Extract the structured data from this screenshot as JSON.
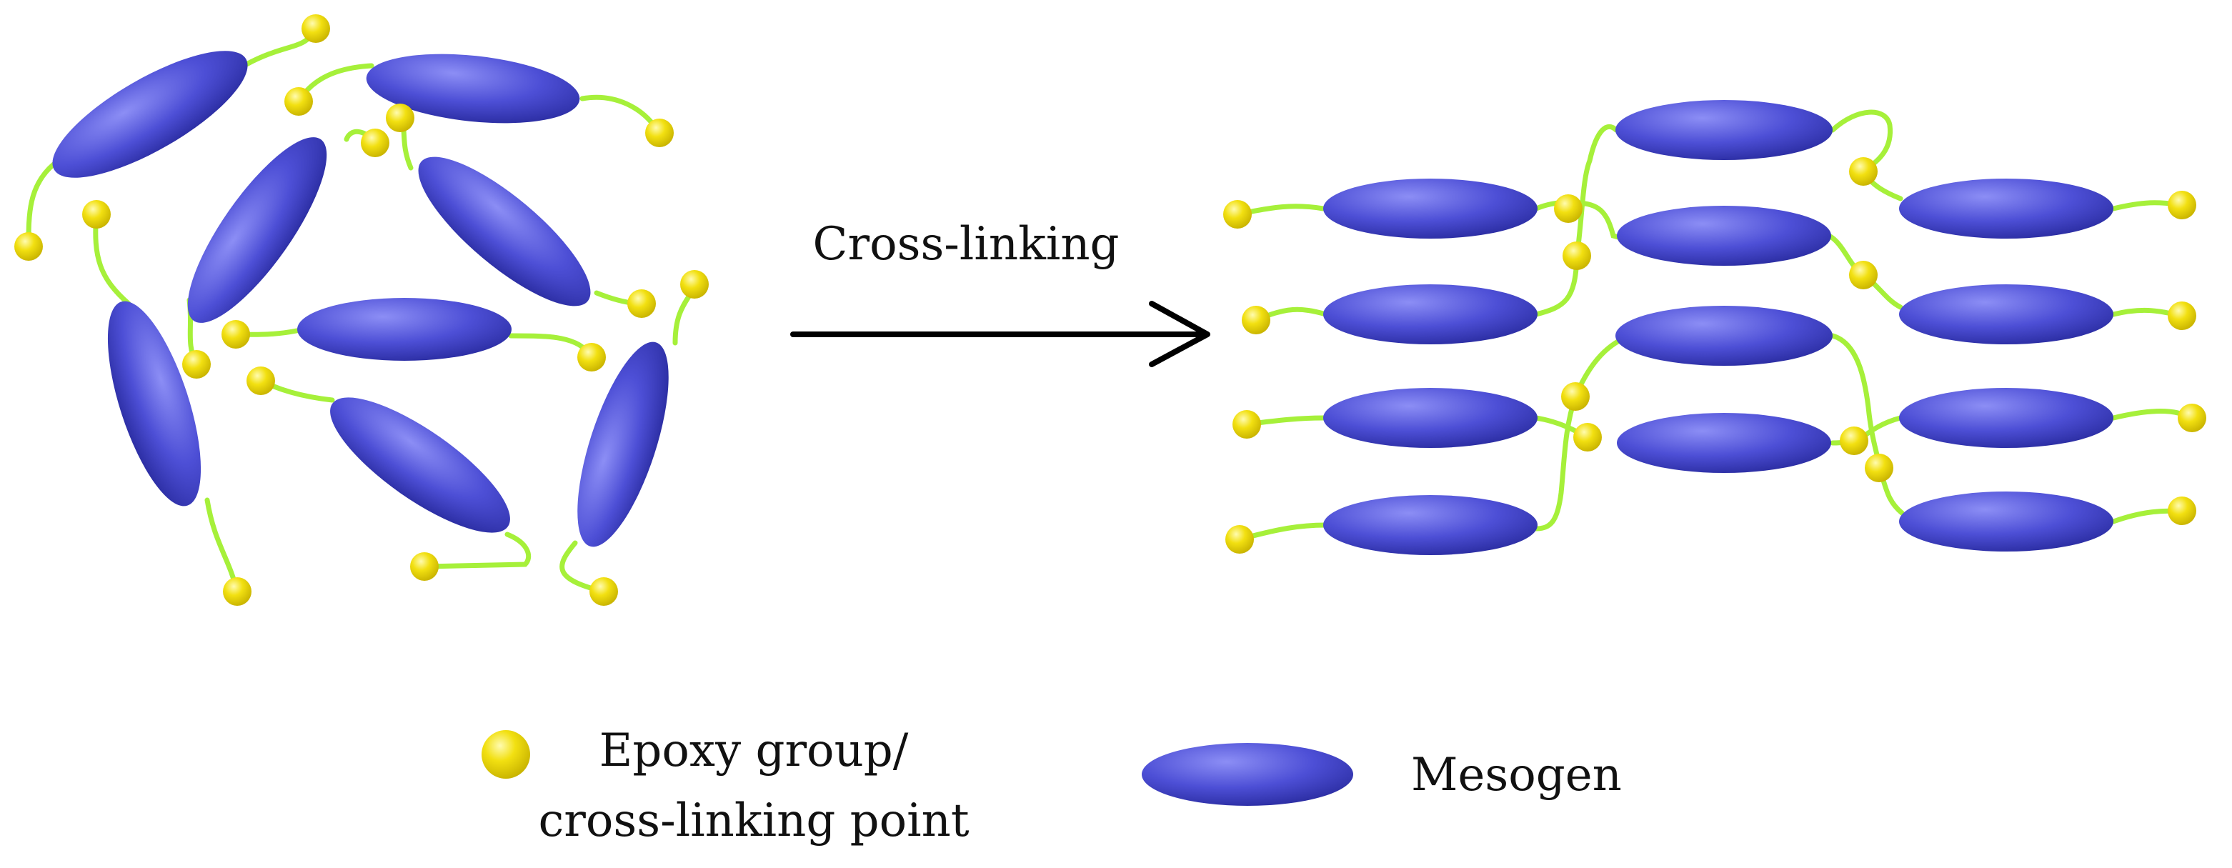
{
  "arrow_label": "Cross-linking",
  "legend": {
    "epoxy_label_line1": "Epoxy group/",
    "epoxy_label_line2": "cross-linking point",
    "mesogen_label": "Mesogen"
  },
  "colors": {
    "mesogen": "#4d4fd6",
    "mesogen_dark": "#2a2ca0",
    "epoxy": "#f2e011",
    "epoxy_dark": "#c9b400",
    "linker": "#a6f03a",
    "arrow": "#000000"
  },
  "icons": {
    "epoxy": "yellow-sphere",
    "mesogen": "blue-ellipsoid"
  }
}
